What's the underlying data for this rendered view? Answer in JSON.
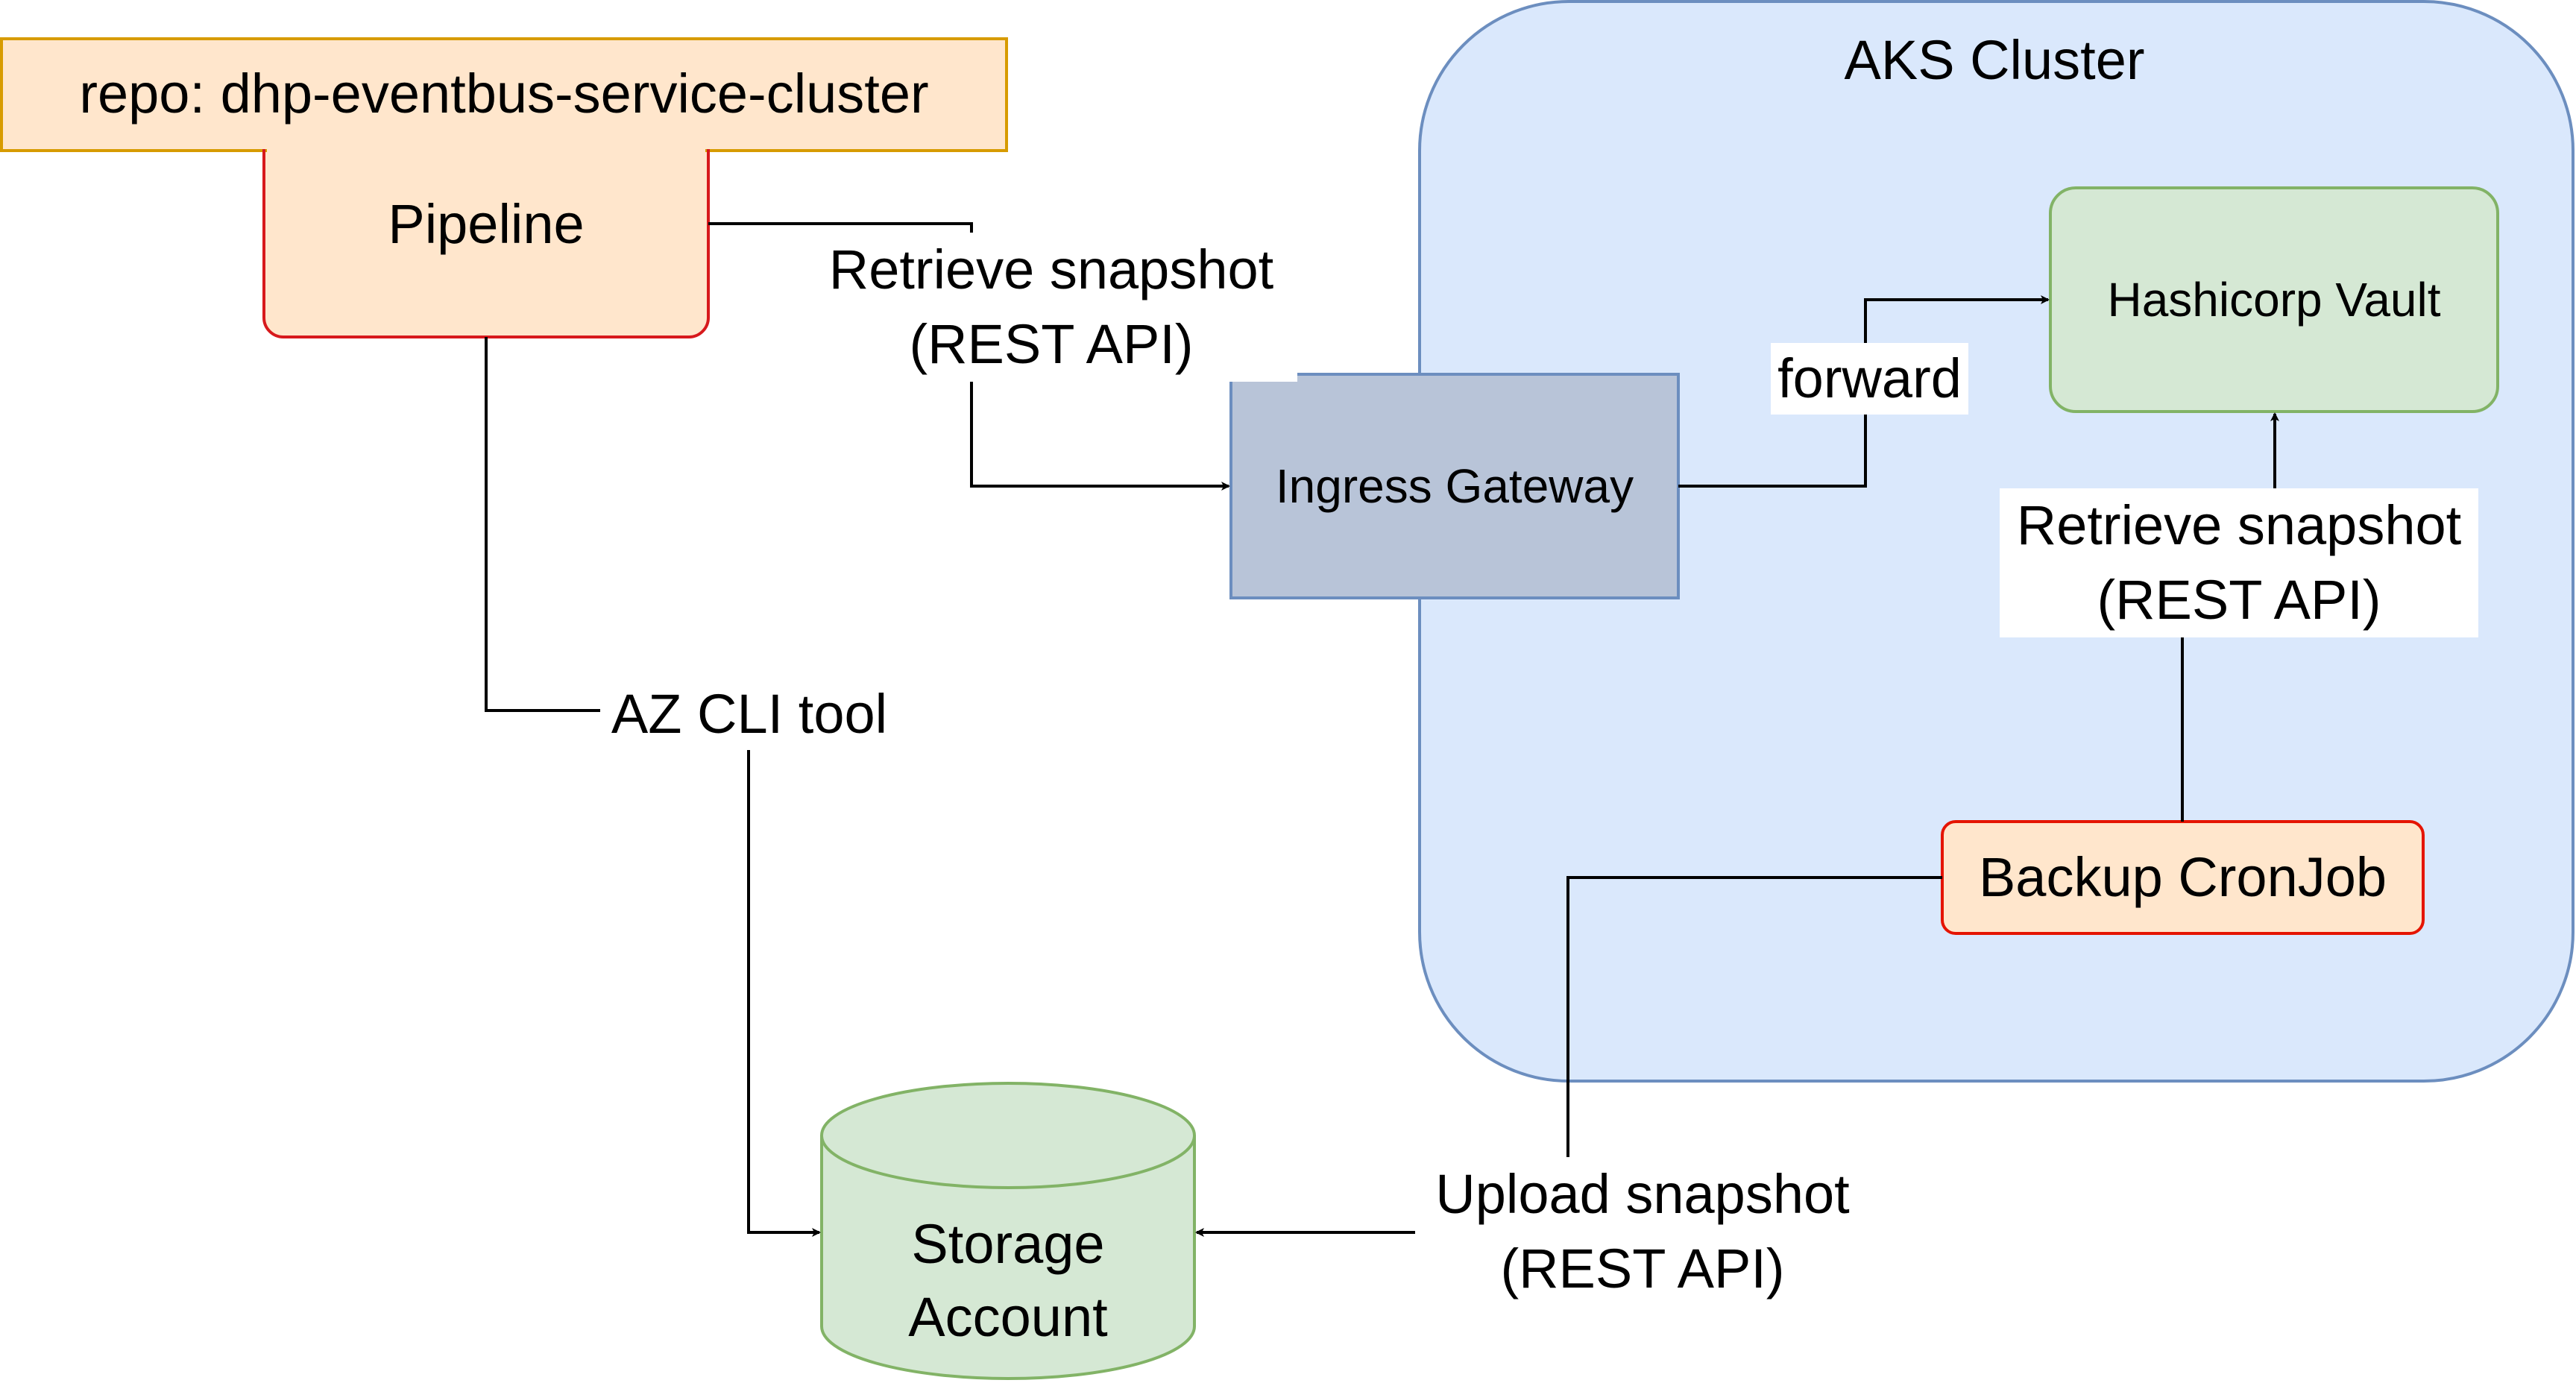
{
  "colors": {
    "cluster_fill": "#dae8fc",
    "cluster_stroke": "#6c8ebf",
    "repo_fill": "#ffe6cc",
    "repo_stroke": "#d79b00",
    "pipeline_fill": "#ffe6cc",
    "pipeline_stroke": "#d7191c",
    "vault_fill": "#d5e8d4",
    "vault_stroke": "#82b366",
    "gateway_fill": "#b8c4d8",
    "gateway_stroke": "#6c8ebf",
    "cronjob_fill": "#ffe6cc",
    "cronjob_stroke": "#e51400",
    "storage_fill": "#d5e8d4",
    "storage_stroke": "#82b366",
    "edge": "#000000"
  },
  "nodes": {
    "cluster": {
      "label": "AKS Cluster"
    },
    "repo": {
      "label": "repo: dhp-eventbus-service-cluster"
    },
    "pipeline": {
      "label": "Pipeline"
    },
    "vault": {
      "label": "Hashicorp Vault"
    },
    "gateway": {
      "label": "Ingress Gateway"
    },
    "cronjob": {
      "label": "Backup CronJob"
    },
    "storage": {
      "label": "Storage\nAccount",
      "shape": "cylinder"
    }
  },
  "edges": {
    "pipeline_to_gateway": {
      "label": "Retrieve snapshot\n(REST API)"
    },
    "gateway_to_vault": {
      "label": "forward"
    },
    "cronjob_to_vault": {
      "label": "Retrieve snapshot\n(REST API)"
    },
    "pipeline_to_storage": {
      "label": "AZ CLI tool"
    },
    "cronjob_to_storage": {
      "label": "Upload snapshot\n(REST API)"
    }
  }
}
